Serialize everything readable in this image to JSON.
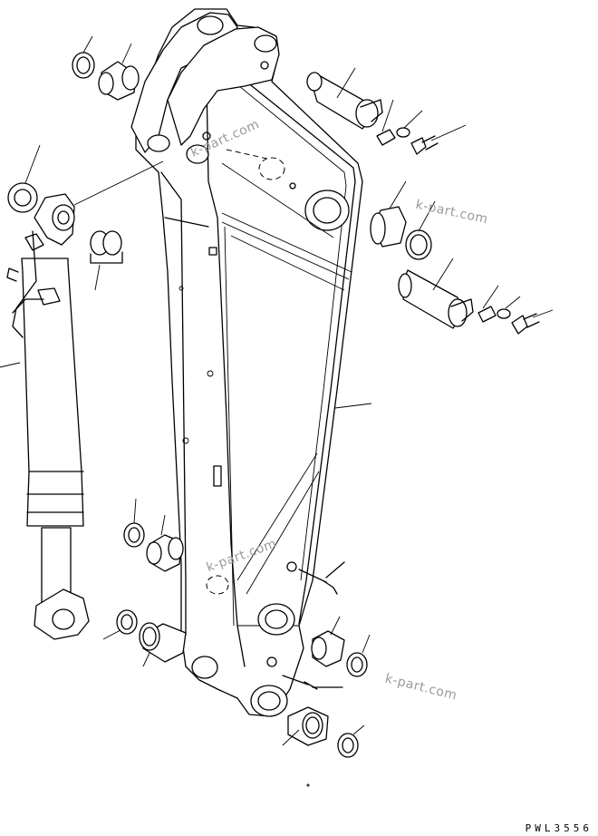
{
  "drawing": {
    "code": "PWL3556",
    "watermarks": [
      "k-part.com",
      "k-part.com",
      "k-part.com",
      "k-part.com"
    ]
  }
}
